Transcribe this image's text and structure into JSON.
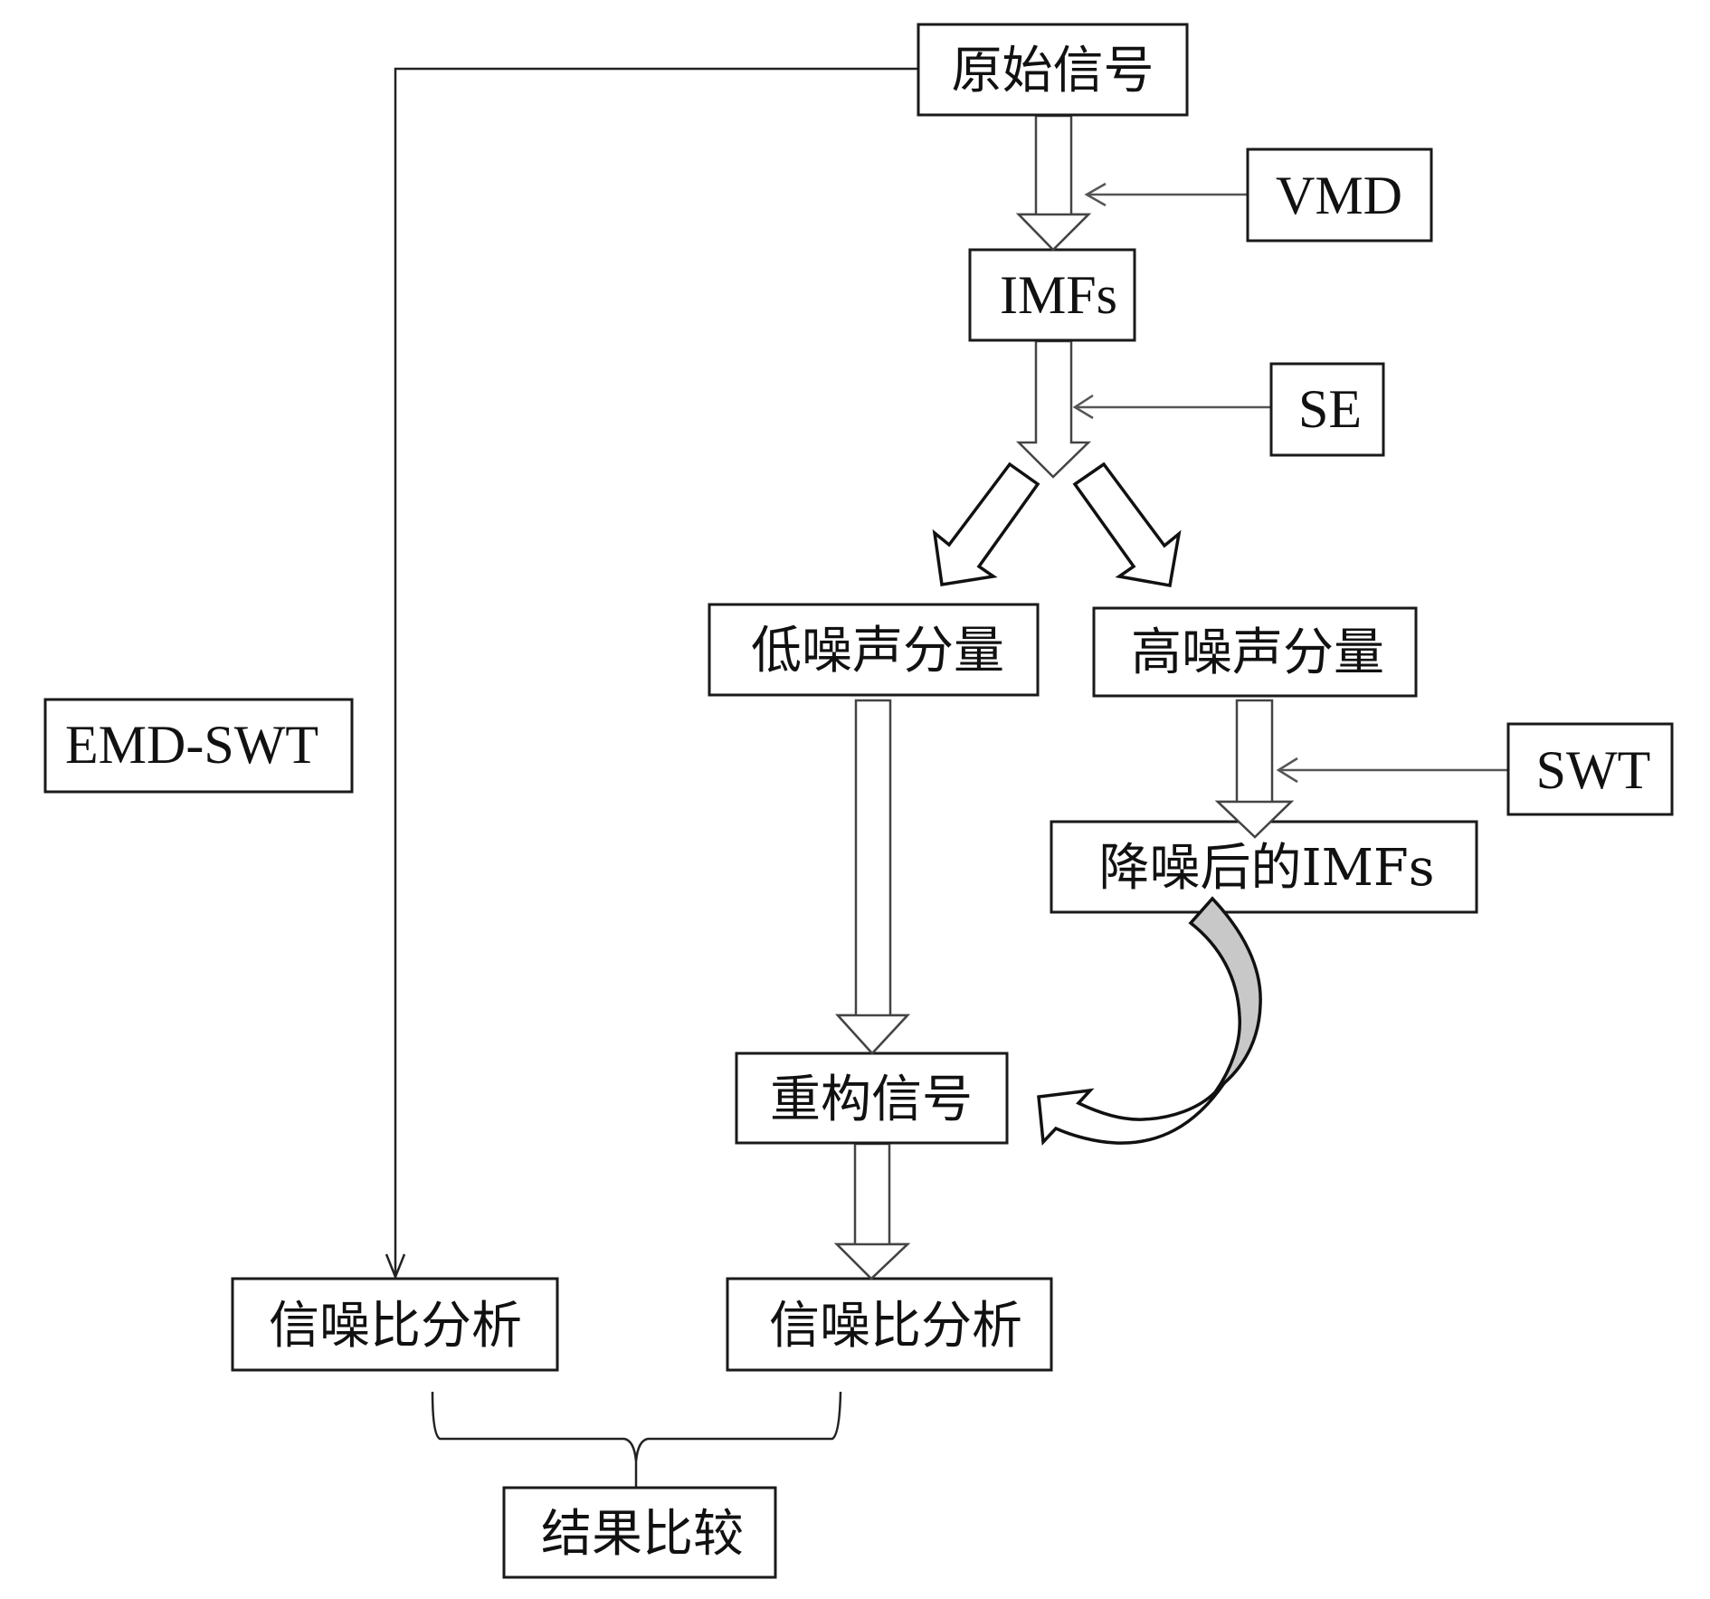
{
  "diagram": {
    "nodes": {
      "original_signal": "原始信号",
      "vmd": "VMD",
      "imfs": "IMFs",
      "se": "SE",
      "low_noise": "低噪声分量",
      "high_noise": "高噪声分量",
      "swt": "SWT",
      "denoised_imfs": "降噪后的IMFs",
      "reconstructed": "重构信号",
      "snr_left": "信噪比分析",
      "snr_right": "信噪比分析",
      "emd_swt": "EMD-SWT",
      "result_compare": "结果比较"
    },
    "edges": [
      {
        "from": "原始信号",
        "to": "IMFs",
        "style": "hollow-arrow",
        "via": "VMD"
      },
      {
        "from": "IMFs",
        "to": "低噪声分量",
        "style": "hollow-arrow",
        "via": "SE"
      },
      {
        "from": "IMFs",
        "to": "高噪声分量",
        "style": "hollow-arrow",
        "via": "SE"
      },
      {
        "from": "高噪声分量",
        "to": "降噪后的IMFs",
        "style": "hollow-arrow",
        "via": "SWT"
      },
      {
        "from": "低噪声分量",
        "to": "重构信号",
        "style": "hollow-arrow"
      },
      {
        "from": "降噪后的IMFs",
        "to": "重构信号",
        "style": "curved-arrow"
      },
      {
        "from": "重构信号",
        "to": "信噪比分析 (right)",
        "style": "hollow-arrow"
      },
      {
        "from": "原始信号",
        "to": "信噪比分析 (left)",
        "style": "line-arrow"
      },
      {
        "from": "信噪比分析 (left) + 信噪比分析 (right)",
        "to": "结果比较",
        "style": "brace"
      }
    ],
    "colors": {
      "stroke": "#111111",
      "curved_arrow_fill": "#c8c8c8",
      "background": "#ffffff"
    }
  }
}
